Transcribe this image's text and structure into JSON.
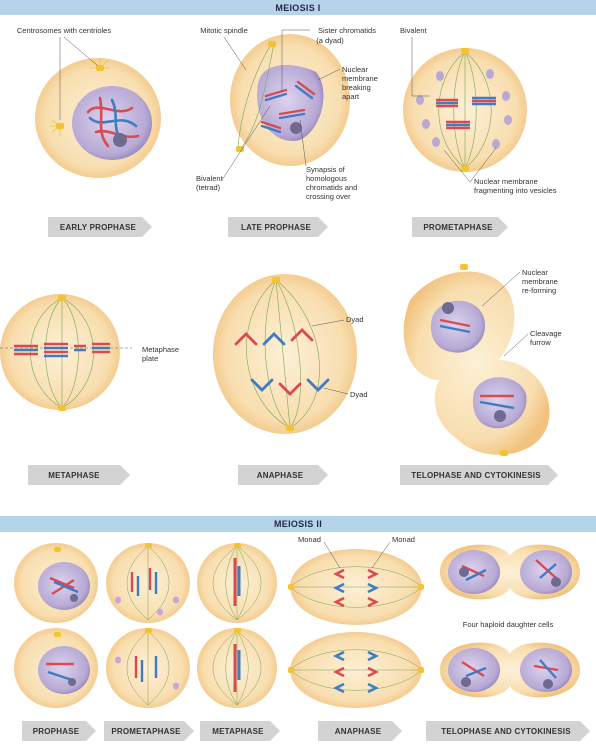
{
  "meiosis1": {
    "title": "MEIOSIS I",
    "stages": [
      "EARLY PROPHASE",
      "LATE PROPHASE",
      "PROMETAPHASE",
      "METAPHASE",
      "ANAPHASE",
      "TELOPHASE AND CYTOKINESIS"
    ],
    "labels": {
      "centrosomes": "Centrosomes with centrioles",
      "spindle": "Mitotic spindle",
      "sister1": "Sister chromatids",
      "sister2": "(a dyad)",
      "bivalent_top": "Bivalent",
      "nm1": "Nuclear",
      "nm2": "membrane",
      "nm3": "breaking",
      "nm4": "apart",
      "biv_tetrad1": "Bivalent",
      "biv_tetrad2": "(tetrad)",
      "syn1": "Synapsis of",
      "syn2": "homologous",
      "syn3": "chromatids and",
      "syn4": "crossing over",
      "frag1": "Nuclear membrane",
      "frag2": "fragmenting into vesicles",
      "plate1": "Metaphase",
      "plate2": "plate",
      "dyad_a": "Dyad",
      "dyad_b": "Dyad",
      "reform1": "Nuclear",
      "reform2": "membrane",
      "reform3": "re-forming",
      "cleave1": "Cleavage",
      "cleave2": "furrow"
    }
  },
  "meiosis2": {
    "title": "MEIOSIS II",
    "stages": [
      "PROPHASE",
      "PROMETAPHASE",
      "METAPHASE",
      "ANAPHASE",
      "TELOPHASE AND CYTOKINESIS"
    ],
    "labels": {
      "monad_a": "Monad",
      "monad_b": "Monad",
      "haploid": "Four haploid daughter cells"
    }
  },
  "colors": {
    "banner": "#b6d4e9",
    "cell_fill": "#f8deb0",
    "cell_edge": "#f3c98a",
    "nucleus": "#b7a9d4",
    "chrom_red": "#d94b53",
    "chrom_blue": "#3e7cc4",
    "spindle": "#7aa55a",
    "centrosome": "#f4c430",
    "arrow": "#d3d3d3"
  }
}
